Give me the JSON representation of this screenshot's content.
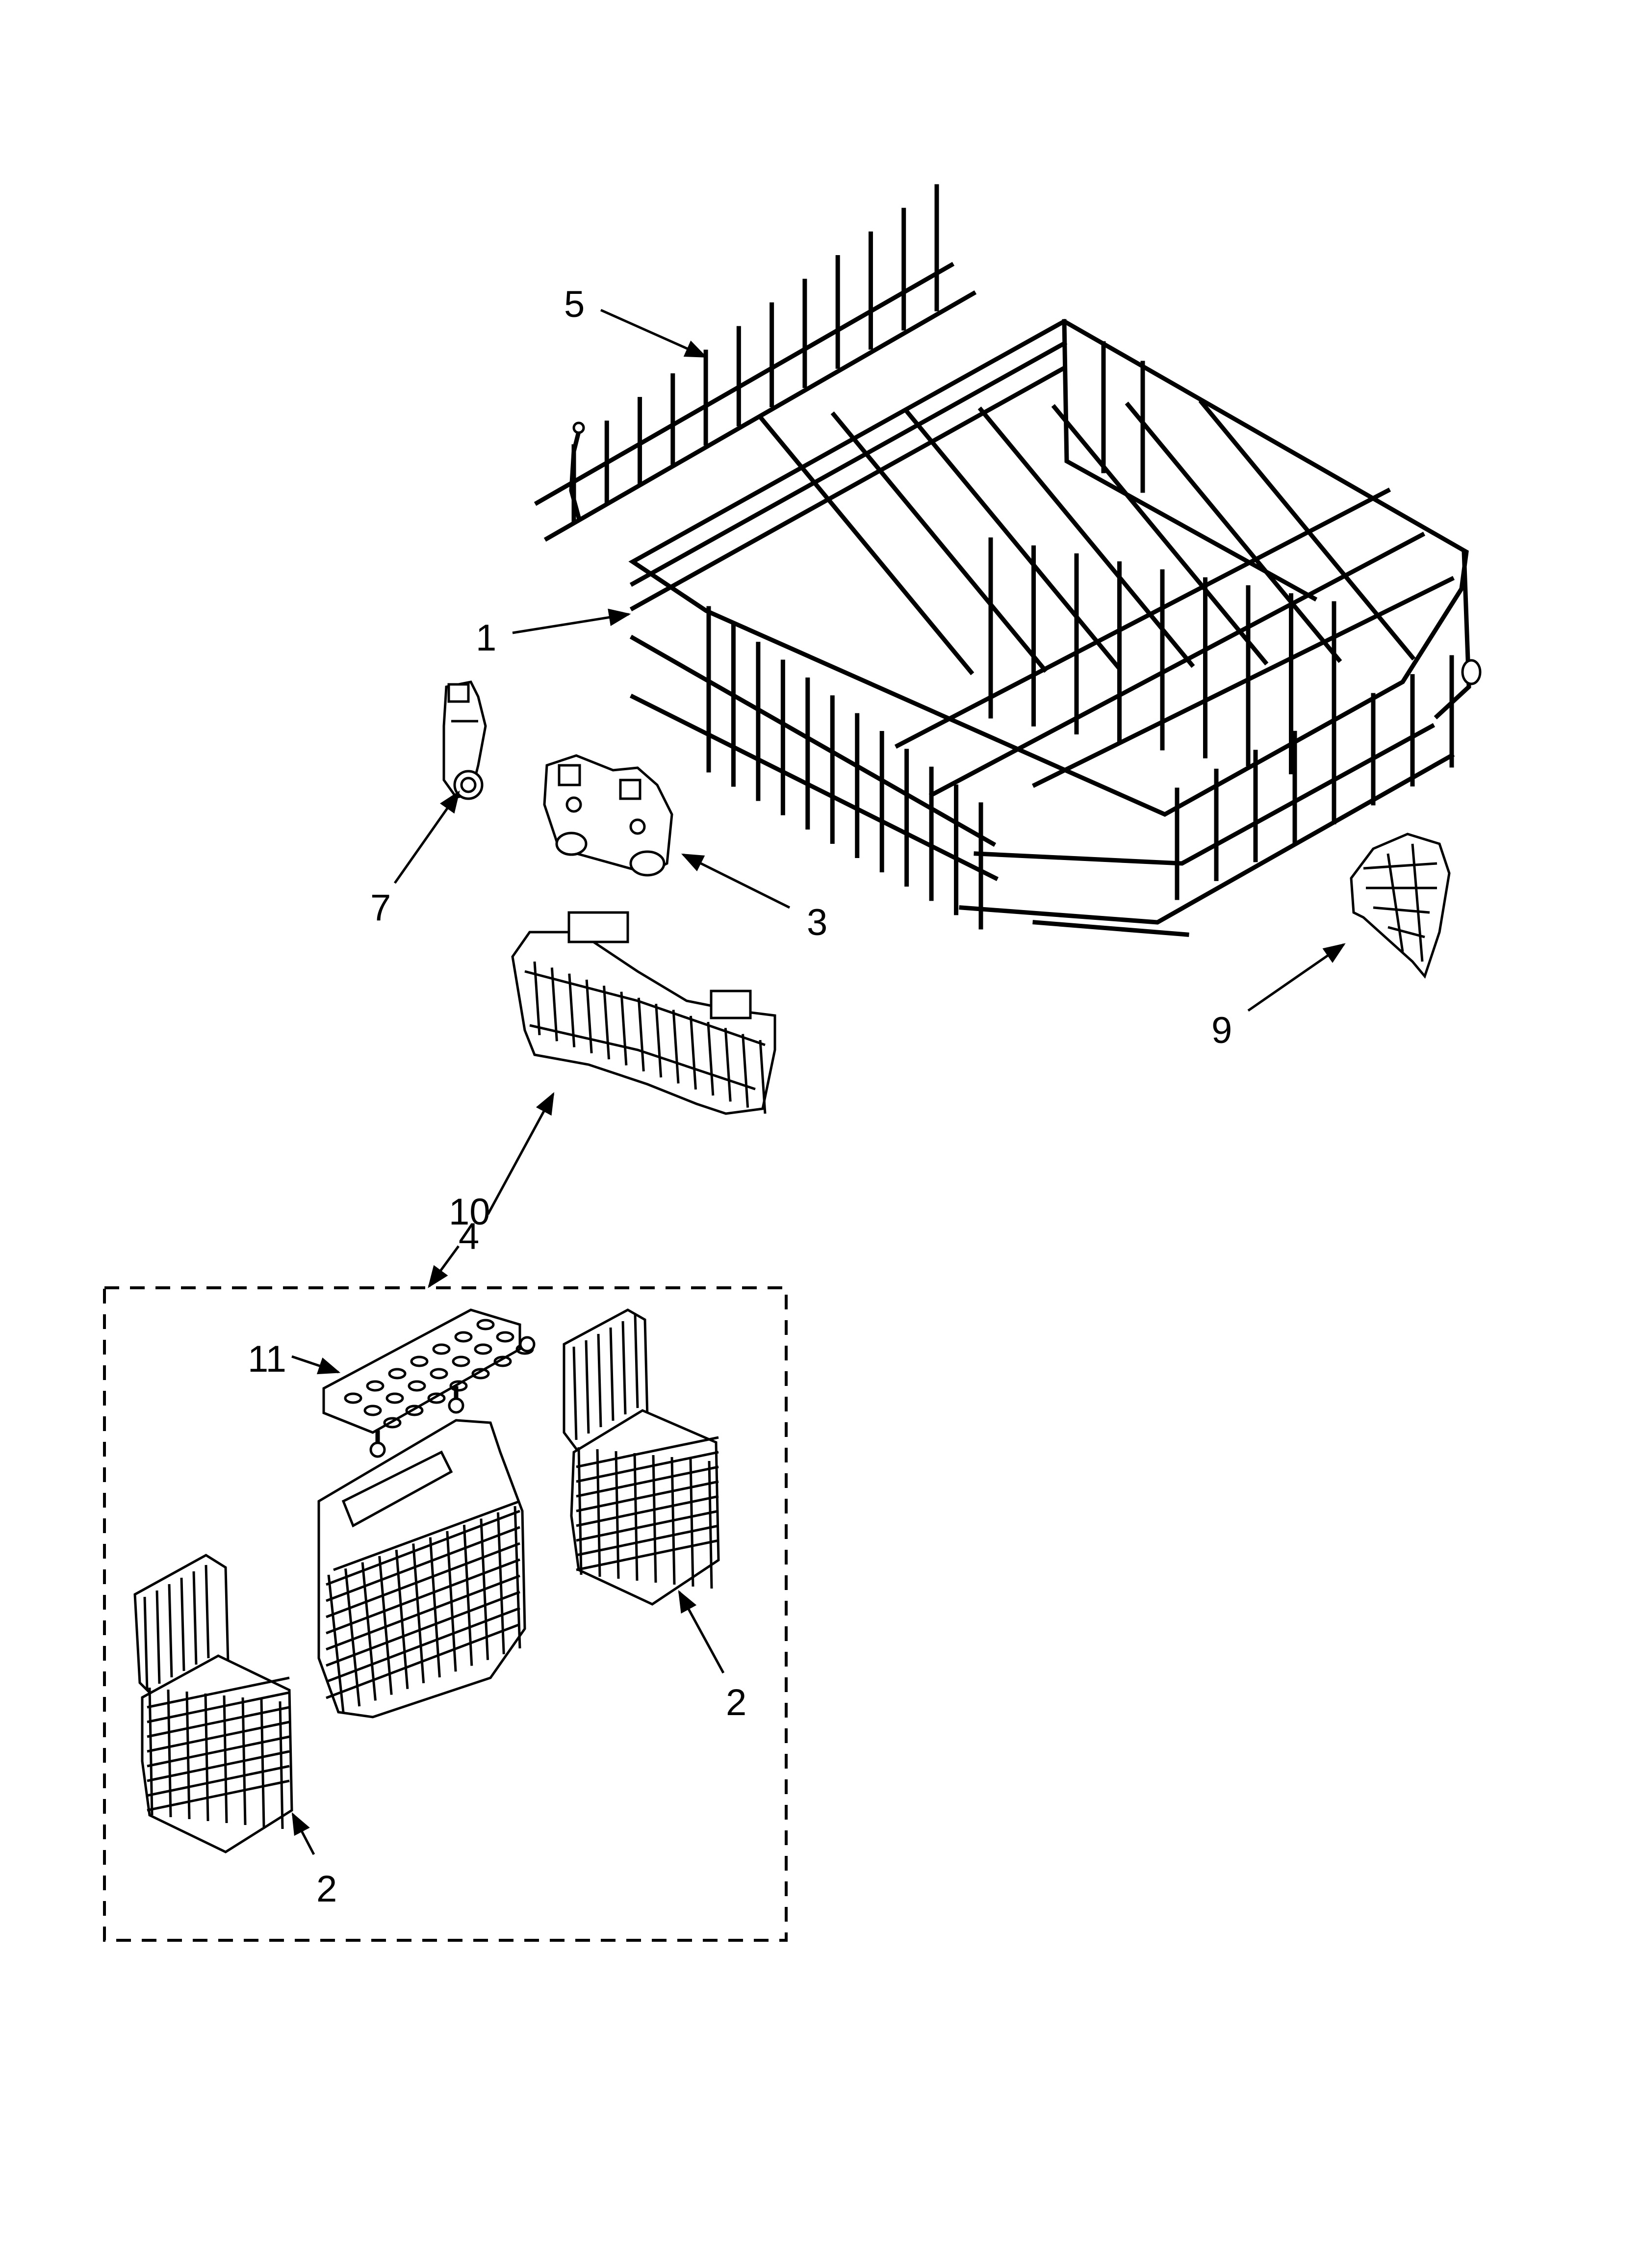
{
  "diagram": {
    "callouts": {
      "c1": "1",
      "c2a": "2",
      "c2b": "2",
      "c3": "3",
      "c4": "4",
      "c5": "5",
      "c7": "7",
      "c9": "9",
      "c10": "10",
      "c11": "11"
    },
    "parts": {
      "p1": "lower-dishrack",
      "p2": "silverware-basket-lidded",
      "p3": "rack-roller-bracket",
      "p4": "accessory-basket",
      "p5": "tine-row",
      "p7": "roller-assembly",
      "p9": "rack-end-cap",
      "p10": "silverware-basket-assembly",
      "p11": "basket-cover"
    },
    "colors": {
      "ink": "#000000",
      "paper": "#ffffff"
    }
  }
}
